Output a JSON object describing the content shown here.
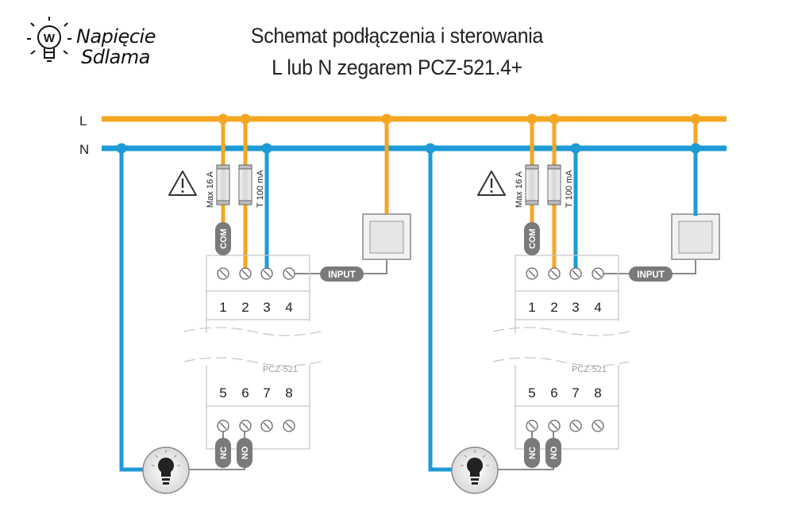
{
  "logo": {
    "line1": "Napięcie",
    "line2": "Sdlama",
    "icon": "lightbulb-w-icon"
  },
  "title": {
    "line1": "Schemat podłączenia i sterowania",
    "line2": "L lub N zegarem PCZ-521.4+"
  },
  "lines": {
    "L": "L",
    "N": "N",
    "L_color": "#f5a623",
    "N_color": "#1e9ad6"
  },
  "warning_icon": "warning-triangle-icon",
  "circuits": [
    {
      "fuse1": "Max 16 A",
      "fuse2": "T 100 mA",
      "com": "COM",
      "input": "INPUT",
      "top_terminals": [
        "1",
        "2",
        "3",
        "4"
      ],
      "model": "PCZ-521",
      "bottom_terminals": [
        "5",
        "6",
        "7",
        "8"
      ],
      "nc": "NC",
      "no": "NO"
    },
    {
      "fuse1": "Max 16 A",
      "fuse2": "T 100 mA",
      "com": "COM",
      "input": "INPUT",
      "top_terminals": [
        "1",
        "2",
        "3",
        "4"
      ],
      "model": "PCZ-521",
      "bottom_terminals": [
        "5",
        "6",
        "7",
        "8"
      ],
      "nc": "NC",
      "no": "NO"
    }
  ]
}
